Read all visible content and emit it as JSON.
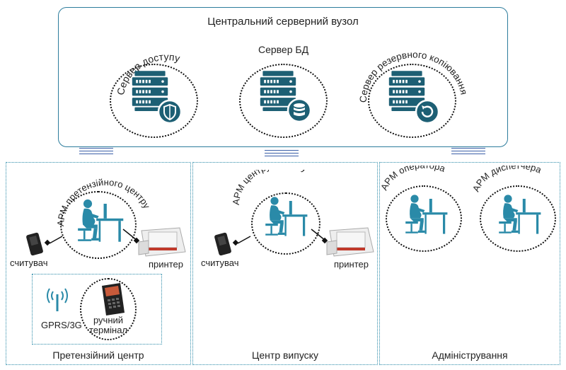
{
  "server_node": {
    "title": "Центральний серверний вузол",
    "servers": [
      {
        "label": "Сервер доступу",
        "icon": "shield-icon"
      },
      {
        "label": "Сервер БД",
        "icon": "database-icon"
      },
      {
        "label": "Сервер резервного копіювання",
        "icon": "backup-icon"
      }
    ]
  },
  "zones": [
    {
      "label": "Претензійний центр",
      "workstation": "АРМ претензійного центру",
      "reader": "считувач",
      "printer": "принтер",
      "mobile": {
        "signal": "GPRS/3G",
        "terminal_line1": "ручний",
        "terminal_line2": "термінал"
      }
    },
    {
      "label": "Центр випуску",
      "workstation": "АРМ центру випуску",
      "reader": "считувач",
      "printer": "принтер"
    },
    {
      "label": "Адміністрування",
      "workstations": [
        "АРМ оператора",
        "АРМ диспетчера"
      ]
    }
  ],
  "colors": {
    "accent": "#2a8aa8",
    "server_icon": "#1d5f74",
    "connector": "#3b5fa8",
    "printer_accent": "#c0392b"
  }
}
